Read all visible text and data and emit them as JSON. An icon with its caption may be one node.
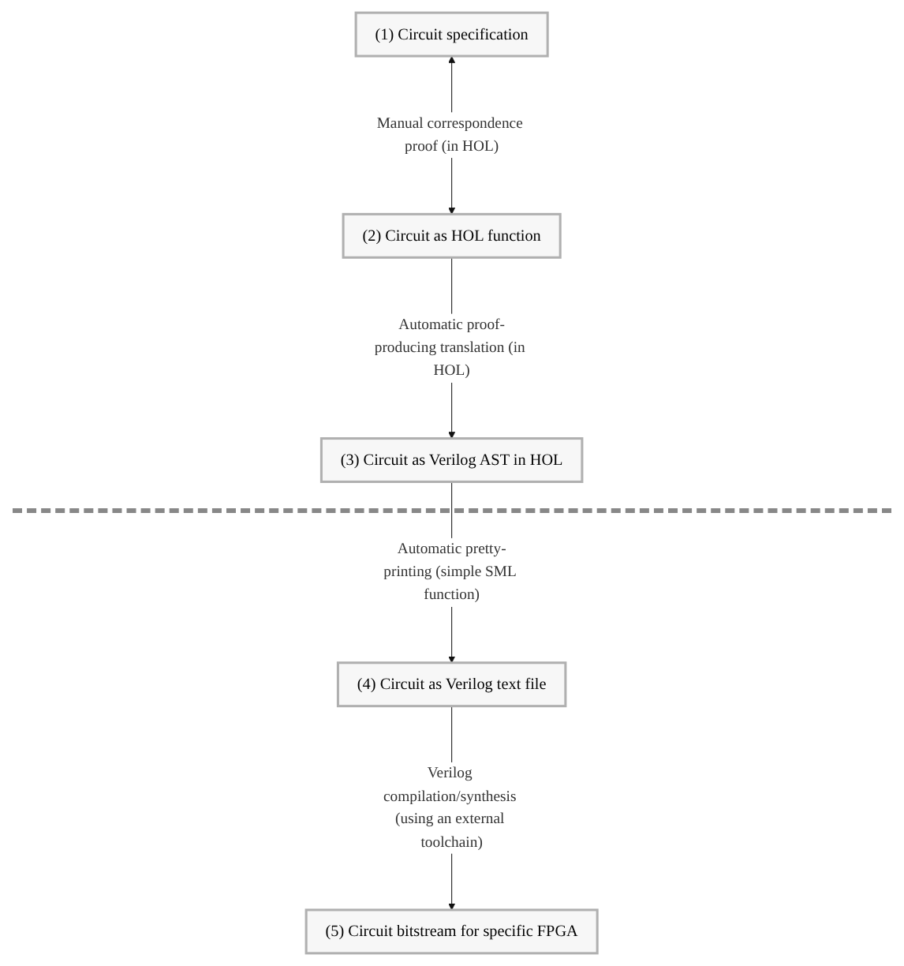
{
  "diagram": {
    "nodes": [
      {
        "text": [
          "(1) Circuit specification"
        ]
      },
      {
        "text": [
          "(2) Circuit as HOL function"
        ]
      },
      {
        "text": [
          "(3) Circuit as Verilog AST in HOL"
        ]
      },
      {
        "text": [
          "(4) Circuit as Verilog text file"
        ]
      },
      {
        "text": [
          "(5) Circuit bitstream for specific FPGA"
        ]
      }
    ],
    "edges": [
      {
        "from": 0,
        "to": 1,
        "arrow": "both",
        "label": "Manual correspondence proof (in HOL)"
      },
      {
        "from": 1,
        "to": 2,
        "arrow": "to",
        "label": "Automatic proof-producing translation (in HOL)"
      },
      {
        "from": 2,
        "to": 3,
        "arrow": "to",
        "label": "Automatic pretty-printing (simple SML function)"
      },
      {
        "from": 3,
        "to": 4,
        "arrow": "to",
        "label": "Verilog compilation/synthesis (using an external toolchain)"
      }
    ]
  }
}
